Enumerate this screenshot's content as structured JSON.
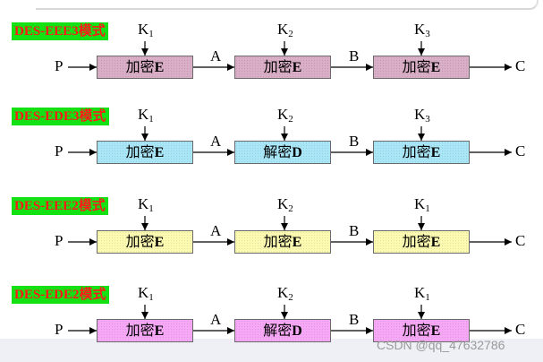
{
  "diagram": {
    "input_label": "P",
    "output_label": "C",
    "between_labels": [
      "A",
      "B"
    ],
    "key_letter": "K",
    "modes": [
      {
        "name": "DES-EEE3模式",
        "fill": "#d9aec6",
        "stages": [
          {
            "op": "加密",
            "letter": "E",
            "key_sub": "1"
          },
          {
            "op": "加密",
            "letter": "E",
            "key_sub": "2"
          },
          {
            "op": "加密",
            "letter": "E",
            "key_sub": "3"
          }
        ]
      },
      {
        "name": "DES-EDE3模式",
        "fill": "#a9e6f7",
        "stages": [
          {
            "op": "加密",
            "letter": "E",
            "key_sub": "1"
          },
          {
            "op": "解密",
            "letter": "D",
            "key_sub": "2"
          },
          {
            "op": "加密",
            "letter": "E",
            "key_sub": "3"
          }
        ]
      },
      {
        "name": "DES-EEE2模式",
        "fill": "#fcfab0",
        "stages": [
          {
            "op": "加密",
            "letter": "E",
            "key_sub": "1"
          },
          {
            "op": "加密",
            "letter": "E",
            "key_sub": "2"
          },
          {
            "op": "加密",
            "letter": "E",
            "key_sub": "1"
          }
        ]
      },
      {
        "name": "DES-EDE2模式",
        "fill": "#f6a8f6",
        "stages": [
          {
            "op": "加密",
            "letter": "E",
            "key_sub": "1"
          },
          {
            "op": "解密",
            "letter": "D",
            "key_sub": "2"
          },
          {
            "op": "加密",
            "letter": "E",
            "key_sub": "1"
          }
        ]
      }
    ]
  },
  "watermark": "CSDN @qq_47632786"
}
